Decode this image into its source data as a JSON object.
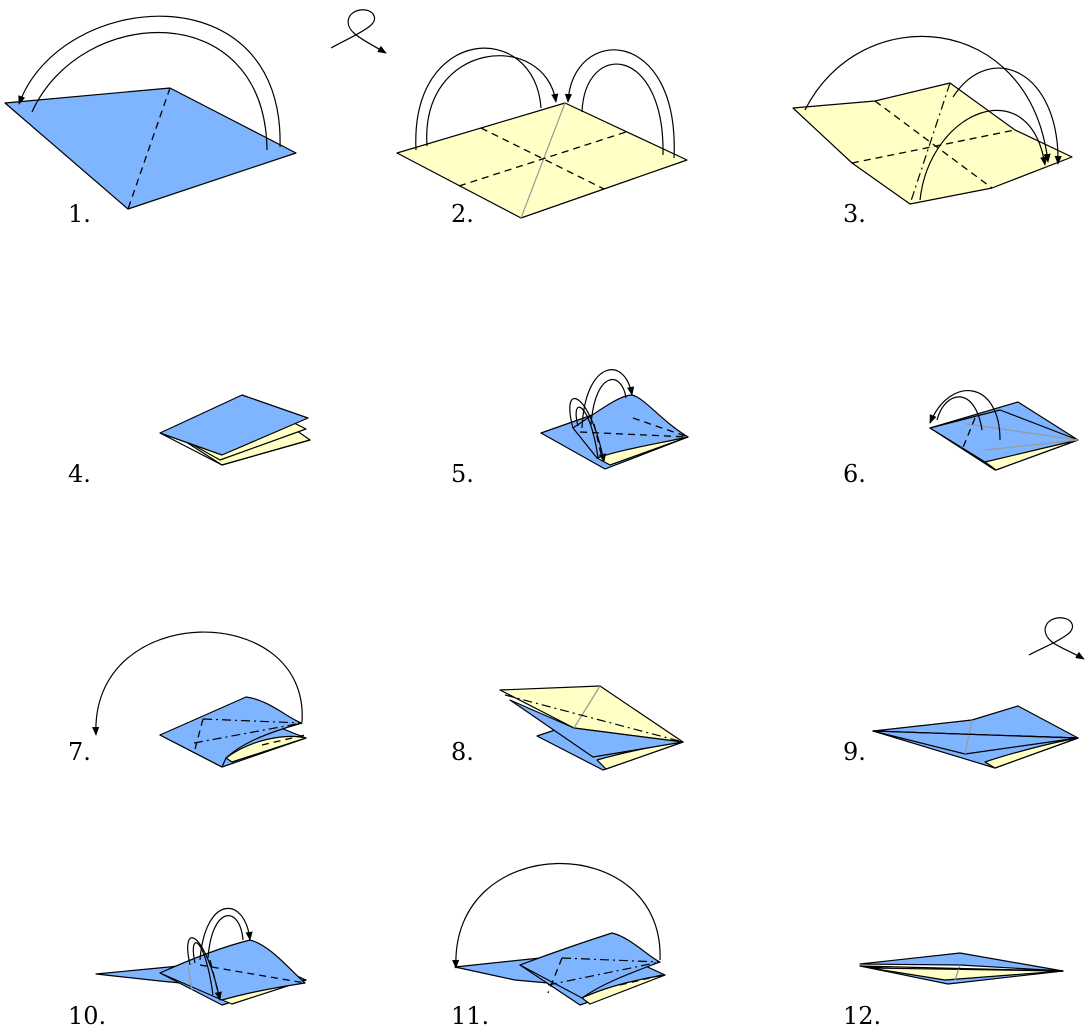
{
  "diagram": {
    "steps": [
      {
        "number": "1."
      },
      {
        "number": "2."
      },
      {
        "number": "3."
      },
      {
        "number": "4."
      },
      {
        "number": "5."
      },
      {
        "number": "6."
      },
      {
        "number": "7."
      },
      {
        "number": "8."
      },
      {
        "number": "9."
      },
      {
        "number": "10."
      },
      {
        "number": "11."
      },
      {
        "number": "12."
      }
    ],
    "colors": {
      "paper_front": "#7fb5ff",
      "paper_back": "#ffffc6",
      "line": "#000000",
      "reference_crease": "#999999"
    },
    "icons": {
      "turn_over": "turn-over-icon",
      "fold_arrow": "fold-arrow-icon",
      "valley_fold": "valley-fold-line",
      "mountain_fold": "mountain-fold-line"
    }
  }
}
